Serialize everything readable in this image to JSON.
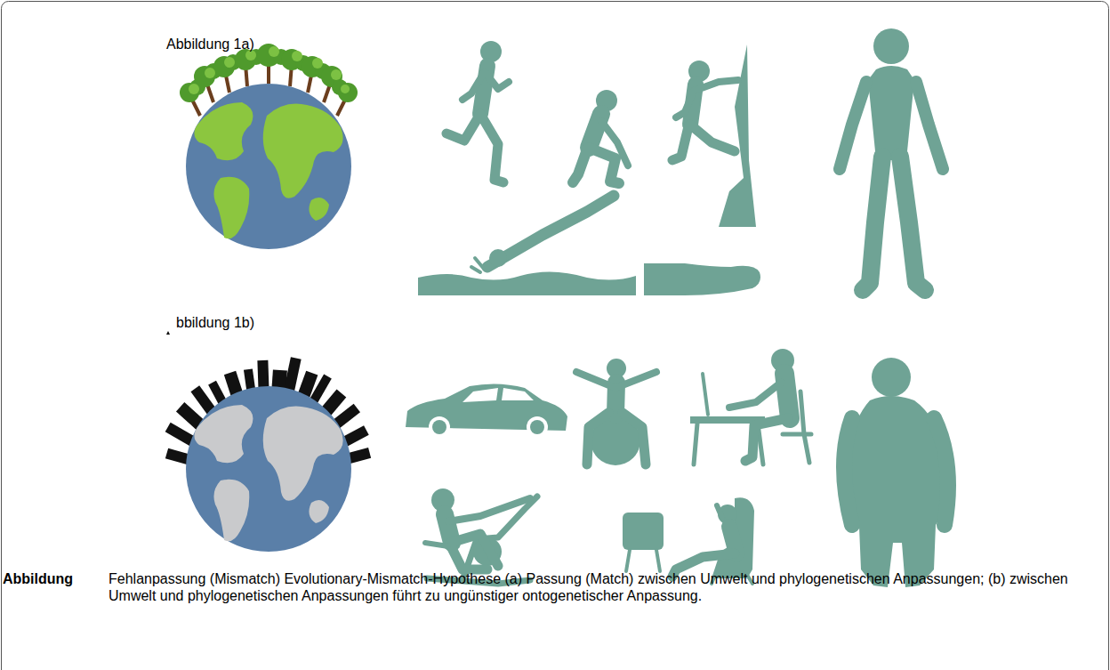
{
  "diagram": {
    "caption": "Fehlanpassung (Mismatch) Evolutionary-Mismatch-Hypothese (a) Passung (Match) zwischen Umwelt und phylogenetischen Anpassungen; (b) zwischen Umwelt und phylogenetischen Anpassungen führt zu ungünstiger ontogenetischer Anpassung.",
    "labels": [
      "Abbildung 1a)",
      "bbildung 1b)",
      "Abbildung"
    ]
  }
}
